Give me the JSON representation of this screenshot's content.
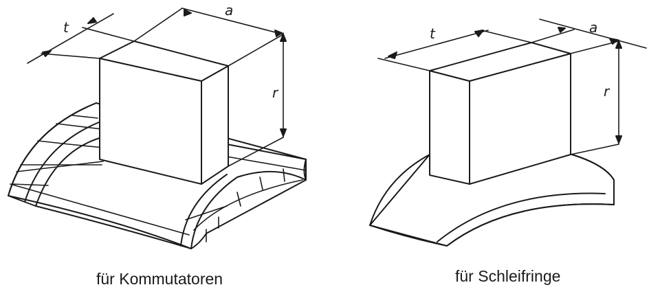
{
  "left_figure": {
    "caption": "für Kommutatoren",
    "dimensions": {
      "t": "t",
      "a": "a",
      "r": "r"
    }
  },
  "right_figure": {
    "caption": "für Schleifringe",
    "dimensions": {
      "t": "t",
      "a": "a",
      "r": "r"
    }
  }
}
